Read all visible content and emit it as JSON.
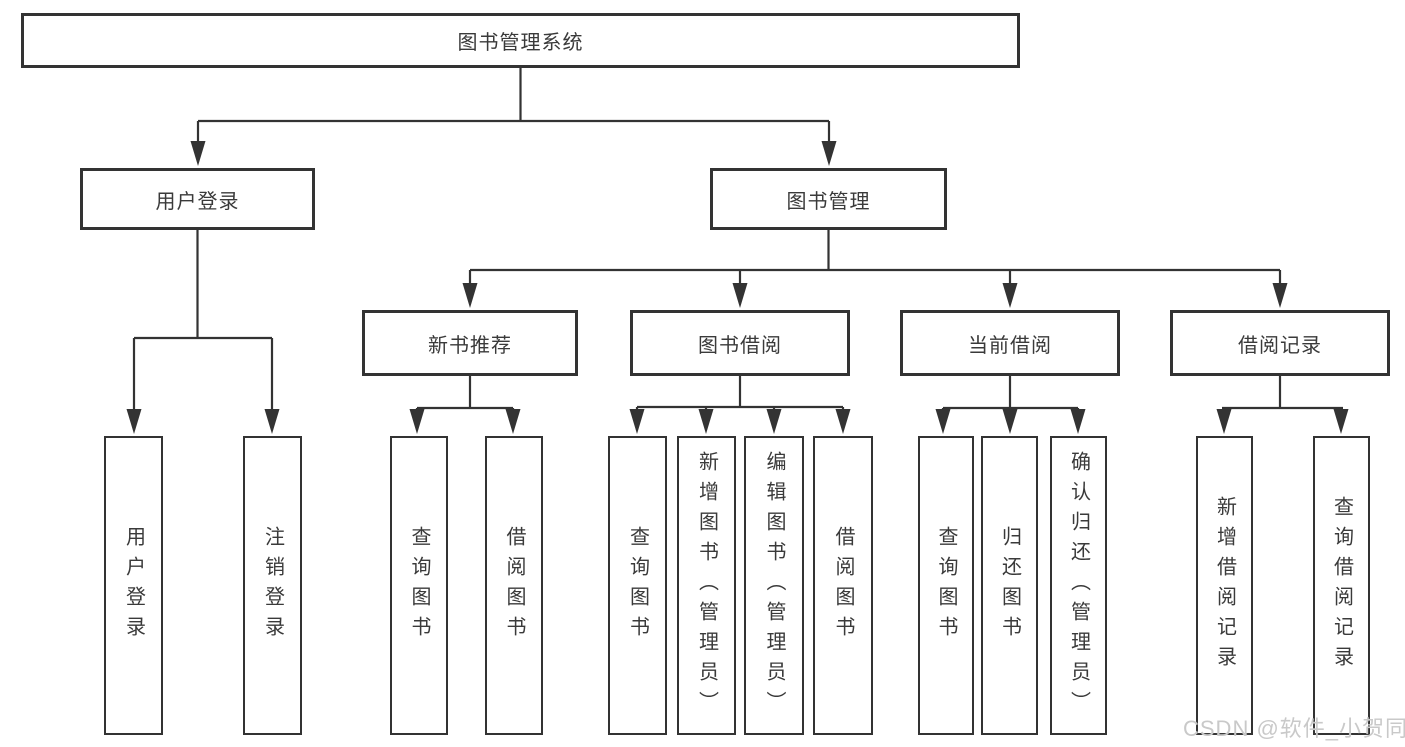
{
  "tree": {
    "root": {
      "label": "图书管理系统"
    },
    "branches": [
      {
        "label": "用户登录",
        "children": [
          {
            "label": "用户登录"
          },
          {
            "label": "注销登录"
          }
        ]
      },
      {
        "label": "图书管理",
        "children": [
          {
            "label": "新书推荐",
            "children": [
              {
                "label": "查询图书"
              },
              {
                "label": "借阅图书"
              }
            ]
          },
          {
            "label": "图书借阅",
            "children": [
              {
                "label": "查询图书"
              },
              {
                "label": "新增图书（管理员）"
              },
              {
                "label": "编辑图书（管理员）"
              },
              {
                "label": "借阅图书"
              }
            ]
          },
          {
            "label": "当前借阅",
            "children": [
              {
                "label": "查询图书"
              },
              {
                "label": "归还图书"
              },
              {
                "label": "确认归还（管理员）"
              }
            ]
          },
          {
            "label": "借阅记录",
            "children": [
              {
                "label": "新增借阅记录"
              },
              {
                "label": "查询借阅记录"
              }
            ]
          }
        ]
      }
    ]
  },
  "watermark": {
    "text": "CSDN @软件_小贺同学",
    "color": "#c9c9c9"
  },
  "colors": {
    "line": "#333333",
    "text": "#3a3a3a",
    "box_background": "#ffffff",
    "page_background": "#ffffff"
  }
}
